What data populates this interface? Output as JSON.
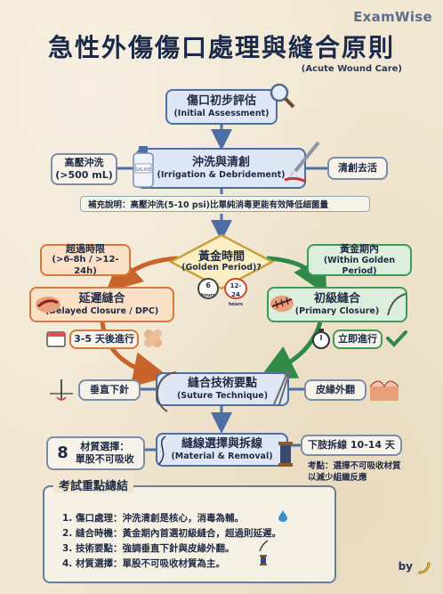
{
  "brand": "ExamWise",
  "title": "急性外傷傷口處理與縫合原則",
  "subtitle": "(Acute Wound Care)",
  "initial": {
    "zh": "傷口初步評估",
    "en": "(Initial Assessment)"
  },
  "irrigation": {
    "zh": "沖洗與清創",
    "en": "(Irrigation & Debridement)"
  },
  "high_pressure": {
    "line1": "高壓沖洗",
    "line2": "(>500 mL)"
  },
  "debride_label": "清創去活",
  "saline_label": "SALINE",
  "note": "補充說明：高壓沖洗(5-10 psi)比單純消毒更能有效降低細菌量",
  "golden": {
    "zh": "黃金時間",
    "en": "(Golden Period)?",
    "clock1": "6",
    "clock2": "12-24",
    "clock_unit": "hours"
  },
  "overtime": {
    "line1": "超過時限",
    "line2": "(>6-8h / >12-24h)"
  },
  "within": {
    "line1": "黃金期內",
    "line2": "(Within Golden Period)"
  },
  "delayed": {
    "zh": "延遲縫合",
    "en": "(Delayed Closure / DPC)"
  },
  "primary": {
    "zh": "初級縫合",
    "en": "(Primary Closure)"
  },
  "delay_days": "3-5 天後進行",
  "immediate": "立即進行",
  "suture": {
    "zh": "縫合技術要點",
    "en": "(Suture Technique)"
  },
  "vertical_needle": "垂直下針",
  "eversion": "皮緣外翻",
  "material": {
    "zh": "縫線選擇與拆線",
    "en": "(Material & Removal)"
  },
  "material_choice": {
    "number": "8",
    "line1": "材質選擇：",
    "line2": "單股不可吸收"
  },
  "removal": "下肢拆線 10-14 天",
  "exam_point": {
    "line1": "考點：選擇不可吸收材質",
    "line2": "以減少組織反應"
  },
  "summary": {
    "title": "考試重點總結",
    "items": [
      "1. 傷口處理：沖洗清創是核心，消毒為輔。",
      "2. 縫合時機：黃金期內首選初級縫合，超過則延遲。",
      "3. 技術要點：強調垂直下針與皮緣外翻。",
      "4. 材質選擇：單股不可吸收材質為主。"
    ]
  },
  "by": "by",
  "colors": {
    "blue": "#4d6fa6",
    "orange": "#d57a3a",
    "green": "#3f9a58",
    "gold": "#c6a23f"
  }
}
